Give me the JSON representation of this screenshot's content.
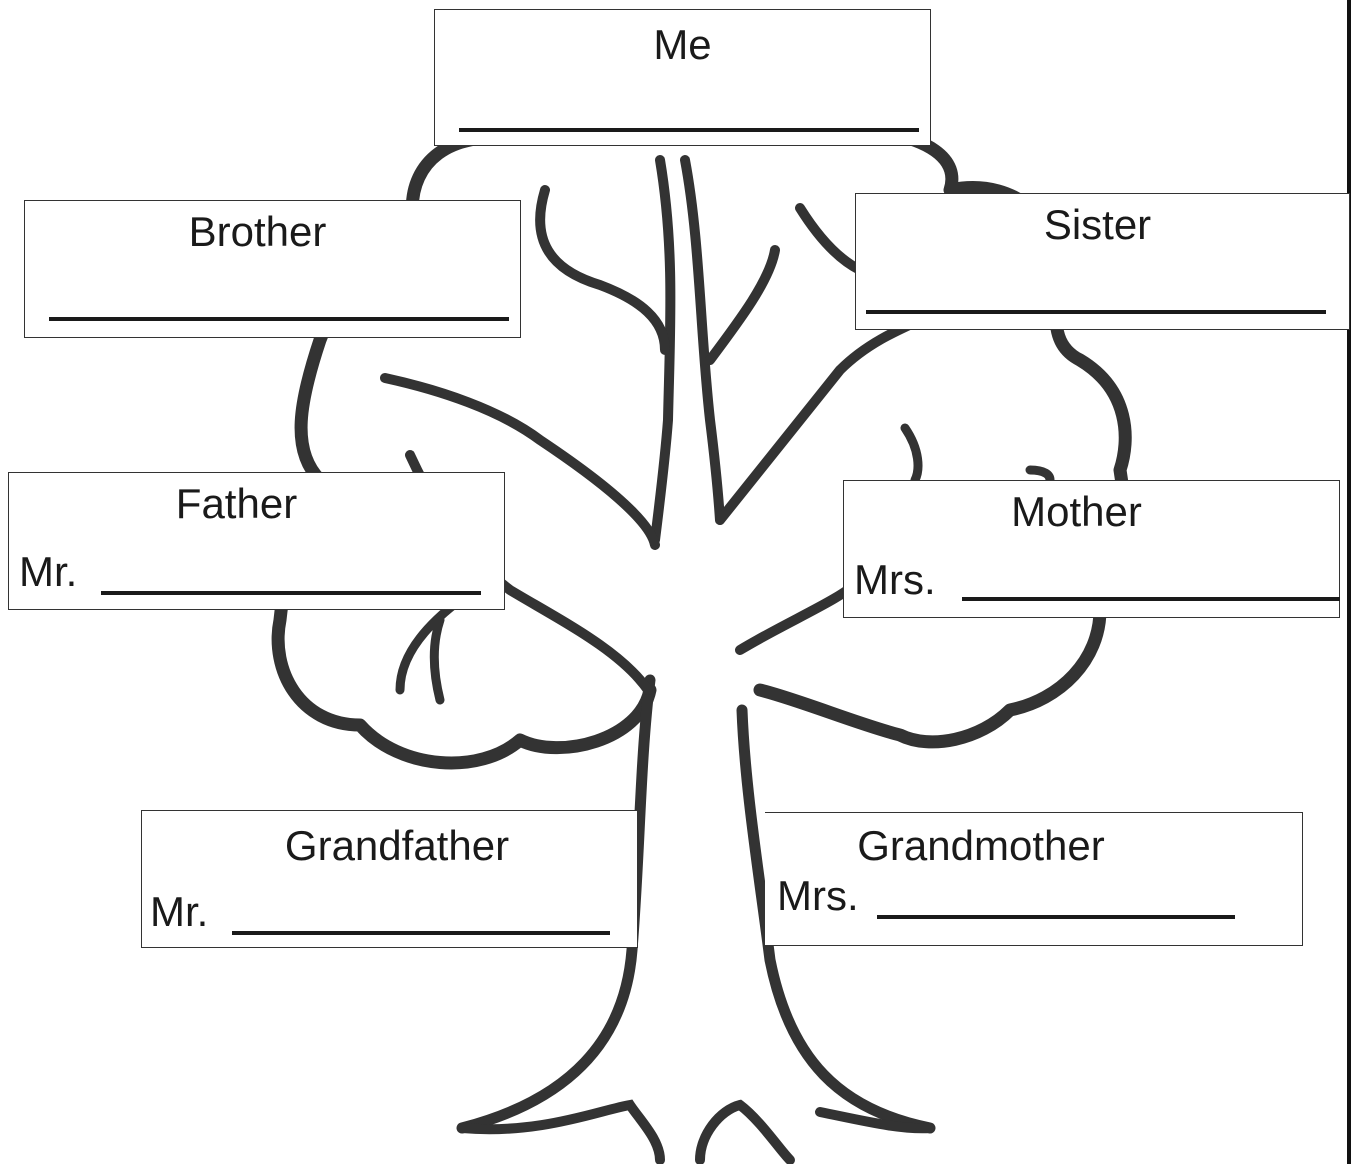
{
  "boxes": {
    "me": {
      "title": "Me"
    },
    "brother": {
      "title": "Brother"
    },
    "sister": {
      "title": "Sister"
    },
    "father": {
      "title": "Father",
      "prefix": "Mr."
    },
    "mother": {
      "title": "Mother",
      "prefix": "Mrs."
    },
    "grandfather": {
      "title": "Grandfather",
      "prefix": "Mr."
    },
    "grandmother": {
      "title": "Grandmother",
      "prefix": "Mrs."
    }
  },
  "colors": {
    "outline": "#333333",
    "text": "#1a1a1a",
    "background": "#ffffff"
  }
}
